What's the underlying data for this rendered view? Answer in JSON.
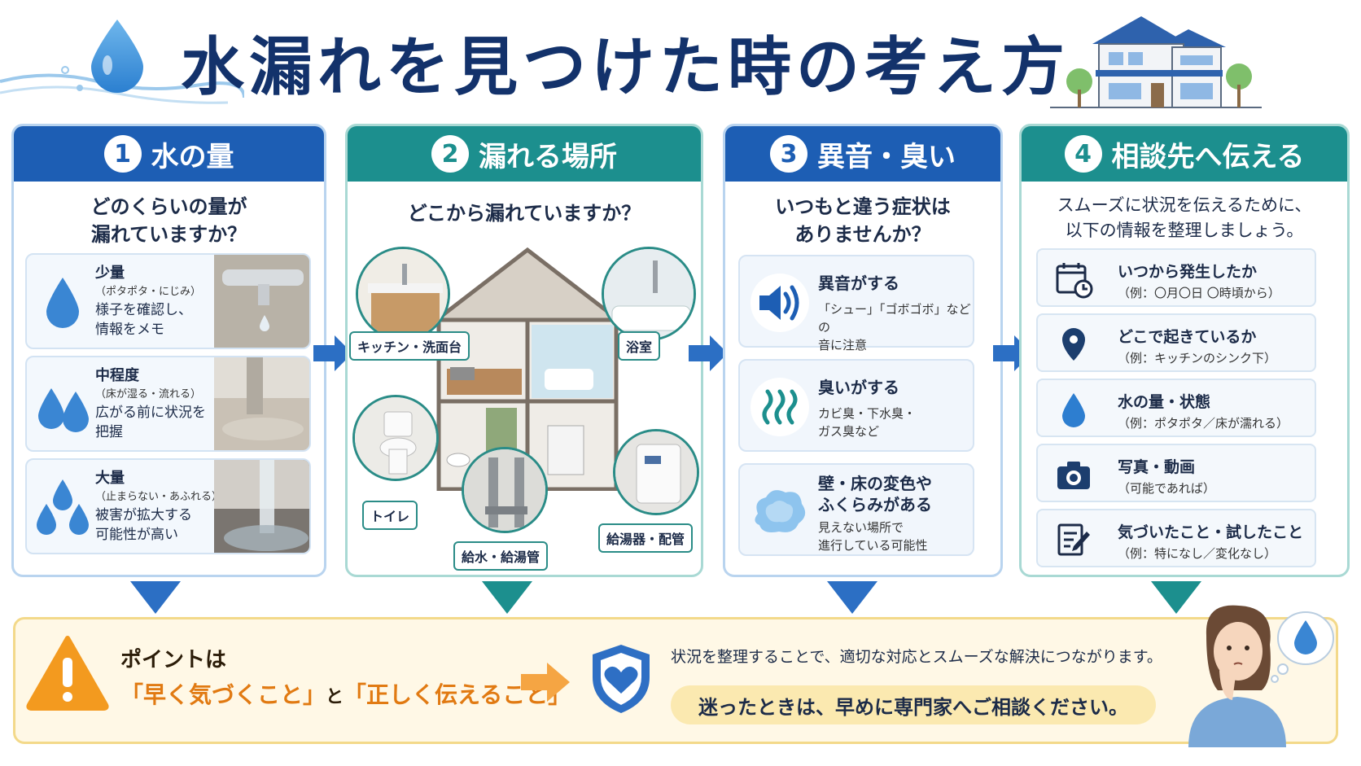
{
  "title": "水漏れを見つけた時の考え方",
  "panels": [
    {
      "num": "1",
      "label": "水の量",
      "question": "どのくらいの量が\n漏れていますか？",
      "items": [
        {
          "level": "少量",
          "detail": "（ポタポタ・にじみ）",
          "action": "様子を確認し、\n情報をメモ"
        },
        {
          "level": "中程度",
          "detail": "（床が湿る・流れる）",
          "action": "広がる前に状況を\n把握"
        },
        {
          "level": "大量",
          "detail": "（止まらない・あふれる）",
          "action": "被害が拡大する\n可能性が高い"
        }
      ]
    },
    {
      "num": "2",
      "label": "漏れる場所",
      "question": "どこから漏れていますか？",
      "locations": [
        "キッチン・洗面台",
        "浴室",
        "トイレ",
        "給水・給湯管",
        "給湯器・配管"
      ]
    },
    {
      "num": "3",
      "label": "異音・臭い",
      "question": "いつもと違う症状は\nありませんか？",
      "items": [
        {
          "title": "異音がする",
          "detail": "「シュー」「ゴボゴボ」などの\n音に注意"
        },
        {
          "title": "臭いがする",
          "detail": "カビ臭・下水臭・\nガス臭など"
        },
        {
          "title": "壁・床の変色や\nふくらみがある",
          "detail": "見えない場所で\n進行している可能性"
        }
      ]
    },
    {
      "num": "4",
      "label": "相談先へ伝える",
      "question": "スムーズに状況を伝えるために、\n以下の情報を整理しましょう。",
      "items": [
        {
          "title": "いつから発生したか",
          "detail": "（例：〇月〇日 〇時頃から）"
        },
        {
          "title": "どこで起きているか",
          "detail": "（例：キッチンのシンク下）"
        },
        {
          "title": "水の量・状態",
          "detail": "（例：ポタポタ／床が濡れる）"
        },
        {
          "title": "写真・動画",
          "detail": "（可能であれば）"
        },
        {
          "title": "気づいたこと・試したこと",
          "detail": "（例：特になし／変化なし）"
        }
      ]
    }
  ],
  "bottom": {
    "point_label": "ポイントは",
    "point_a": "「早く気づくこと」",
    "point_and": "と",
    "point_b": "「正しく伝えること」",
    "message": "状況を整理することで、適切な対応とスムーズな解決につながります。",
    "advice": "迷ったときは、早めに専門家へご相談ください。"
  },
  "colors": {
    "blue": "#1d5eb4",
    "teal": "#1c8f8e",
    "orange": "#e17a12",
    "cream": "#fff8e6"
  }
}
